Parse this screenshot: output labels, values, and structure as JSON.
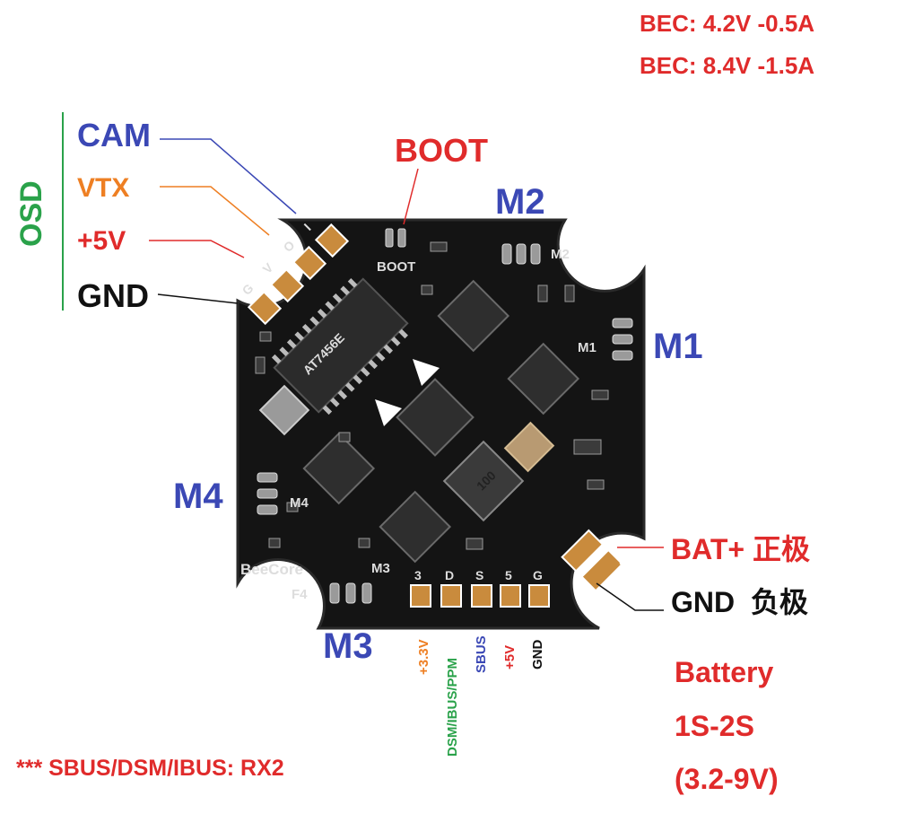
{
  "bec": [
    "BEC: 4.2V -0.5A",
    "BEC: 8.4V -1.5A"
  ],
  "osd": {
    "label": "OSD",
    "cam": "CAM",
    "vtx": "VTX",
    "v5": "+5V",
    "gnd": "GND"
  },
  "boot": "BOOT",
  "motors": {
    "m1": "M1",
    "m2": "M2",
    "m3": "M3",
    "m4": "M4"
  },
  "silk": {
    "boot": "BOOT",
    "m1": "M1",
    "m2": "M2",
    "m3": "M3",
    "m4": "M4",
    "brand": "BeeCore",
    "f4": "F4",
    "osd_pads": [
      "G",
      "V",
      "O",
      "I"
    ],
    "rx_pads": [
      "3",
      "D",
      "S",
      "5",
      "G"
    ],
    "chip": "AT7456E",
    "inductor": "100"
  },
  "battery": {
    "bat_plus": "BAT+ 正极",
    "gnd": "GND  负极",
    "title": "Battery",
    "cells": "1S-2S",
    "range": "(3.2-9V)"
  },
  "rx_pins": [
    {
      "text": "+3.3V",
      "color": "#ee7f23"
    },
    {
      "text": "DSM/IBUS/PPM",
      "color": "#2aa24a"
    },
    {
      "text": "SBUS",
      "color": "#3b48b5"
    },
    {
      "text": "+5V",
      "color": "#e02b2b"
    },
    {
      "text": "GND",
      "color": "#111111"
    }
  ],
  "note": "*** SBUS/DSM/IBUS: RX2",
  "colors": {
    "red": "#e02b2b",
    "blue": "#3b48b5",
    "orange": "#ee7f23",
    "green": "#2aa24a",
    "board": "#141414"
  }
}
